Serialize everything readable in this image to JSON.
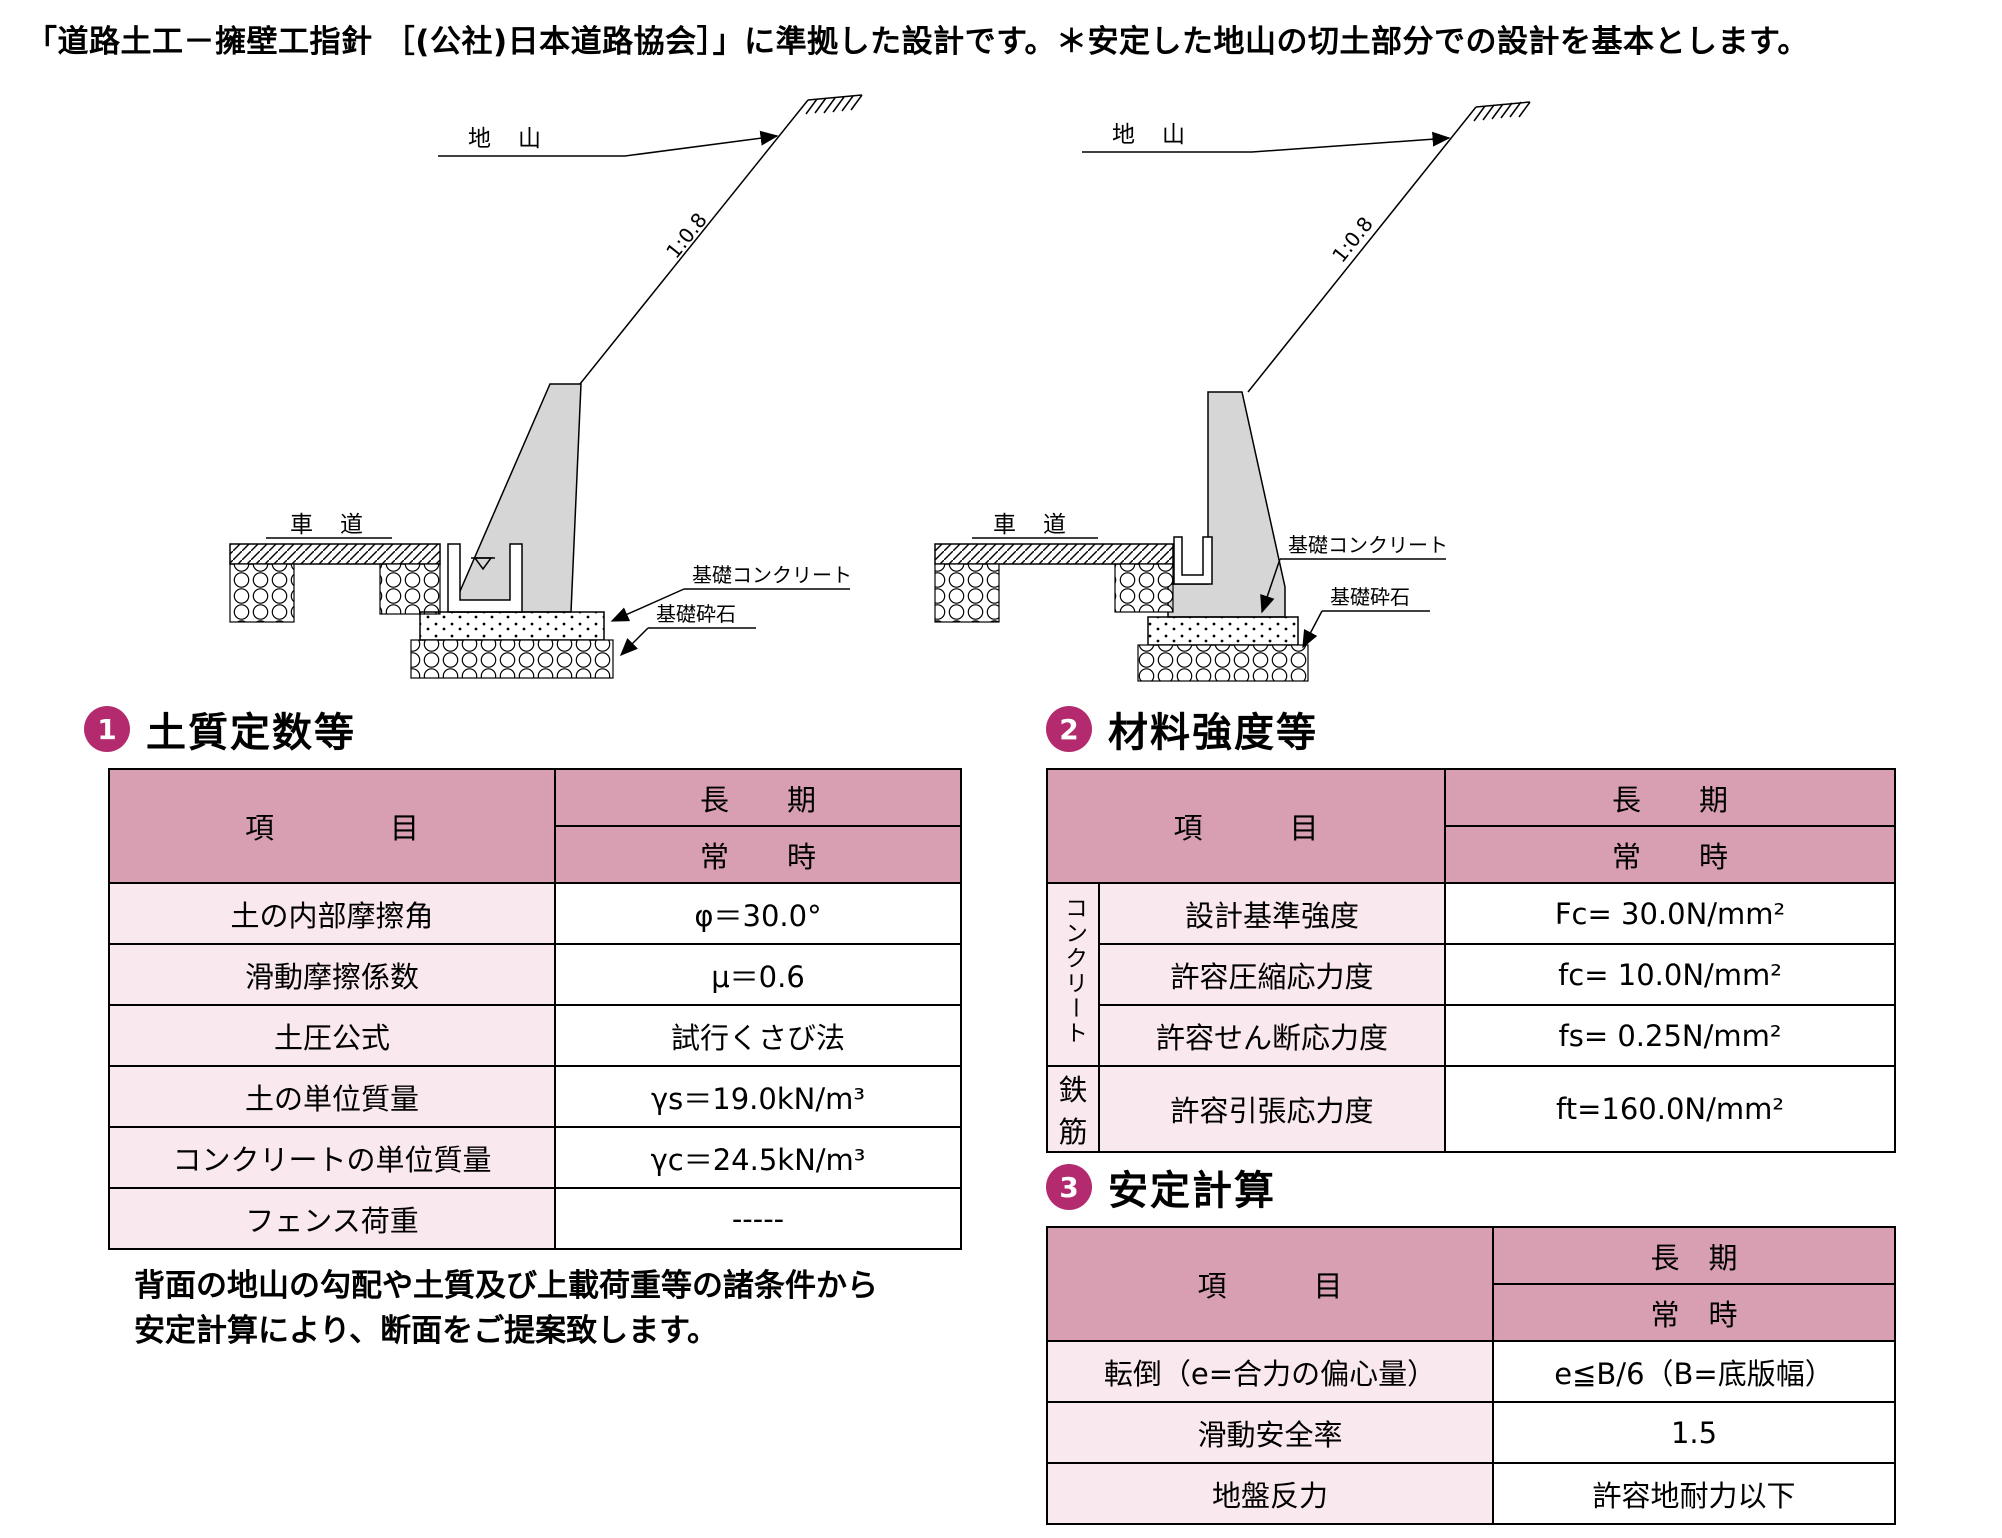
{
  "page": {
    "header": "「道路土工－擁壁工指針 ［(公社)日本道路協会］」に準拠した設計です。＊安定した地山の切土部分での設計を基本とします。"
  },
  "colors": {
    "table_header_pink": "#d89fb2",
    "table_label_pink": "#f9e8ee",
    "badge_magenta": "#b32b6e"
  },
  "diagram_left": {
    "ground_label": "地　山",
    "slope_label": "1:0.8",
    "road_label": "車　道",
    "foundation_concrete_label": "基礎コンクリート",
    "foundation_gravel_label": "基礎砕石"
  },
  "diagram_right": {
    "ground_label": "地　山",
    "slope_label": "1:0.8",
    "road_label": "車　道",
    "foundation_concrete_label": "基礎コンクリート",
    "foundation_gravel_label": "基礎砕石"
  },
  "section1": {
    "number": "1",
    "title": "土質定数等",
    "col_item": "項　　　　目",
    "col_long": "長　　期",
    "col_normal": "常　　時",
    "rows": [
      {
        "label": "土の内部摩擦角",
        "value": "φ＝30.0°"
      },
      {
        "label": "滑動摩擦係数",
        "value": "μ＝0.6"
      },
      {
        "label": "土圧公式",
        "value": "試行くさび法"
      },
      {
        "label": "土の単位質量",
        "value": "γs＝19.0kN/m³"
      },
      {
        "label": "コンクリートの単位質量",
        "value": "γc＝24.5kN/m³"
      },
      {
        "label": "フェンス荷重",
        "value": "-----"
      }
    ],
    "note_line1": "背面の地山の勾配や土質及び上載荷重等の諸条件から",
    "note_line2": "安定計算により、断面をご提案致します。"
  },
  "section2": {
    "number": "2",
    "title": "材料強度等",
    "col_item": "項　　　目",
    "col_long": "長　　期",
    "col_normal": "常　　時",
    "group_concrete": "コンクリート",
    "group_rebar": "鉄筋",
    "rows": [
      {
        "label": "設計基準強度",
        "value": "Fc= 30.0N/mm²"
      },
      {
        "label": "許容圧縮応力度",
        "value": "fc= 10.0N/mm²"
      },
      {
        "label": "許容せん断応力度",
        "value": "fs= 0.25N/mm²"
      },
      {
        "label": "許容引張応力度",
        "value": "ft=160.0N/mm²"
      }
    ]
  },
  "section3": {
    "number": "3",
    "title": "安定計算",
    "col_item": "項　　　目",
    "col_long": "長　期",
    "col_normal": "常　時",
    "rows": [
      {
        "label": "転倒（e=合力の偏心量）",
        "value": "e≦B/6（B=底版幅）"
      },
      {
        "label": "滑動安全率",
        "value": "1.5"
      },
      {
        "label": "地盤反力",
        "value": "許容地耐力以下"
      }
    ]
  }
}
